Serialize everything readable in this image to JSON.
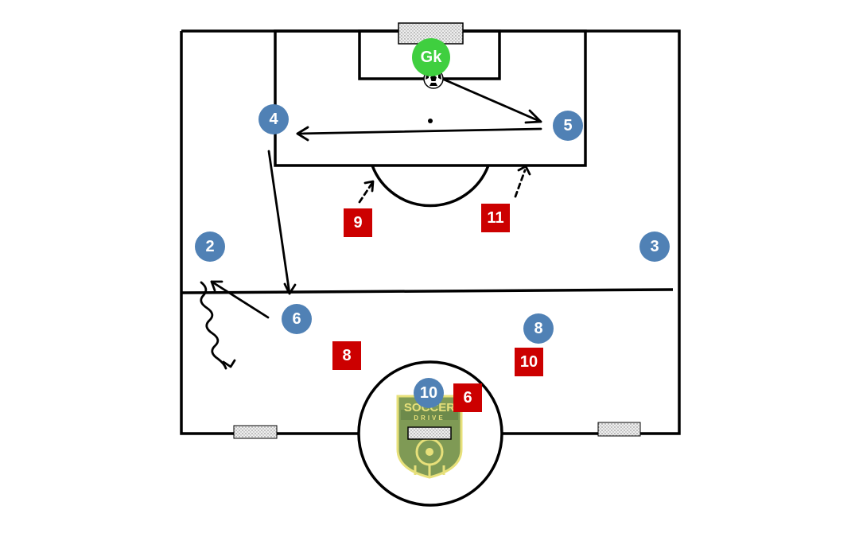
{
  "colors": {
    "line": "#000000",
    "blue_team": "#5081b5",
    "red_team": "#cc0000",
    "goalkeeper": "#3fcf3f",
    "goal_net": "#e8e8e8",
    "logo_shield": "#7f9a55",
    "logo_accent": "#e7e07a"
  },
  "goalkeeper": {
    "label": "Gk"
  },
  "blue_players": [
    "4",
    "5",
    "2",
    "3",
    "6",
    "8",
    "10"
  ],
  "red_players": [
    "9",
    "11",
    "8",
    "10",
    "6"
  ],
  "logo": {
    "line1": "SOCCER",
    "line2": "DRIVE"
  },
  "icons": {
    "ball": "soccer-ball-icon",
    "logo": "soccer-drive-logo"
  }
}
